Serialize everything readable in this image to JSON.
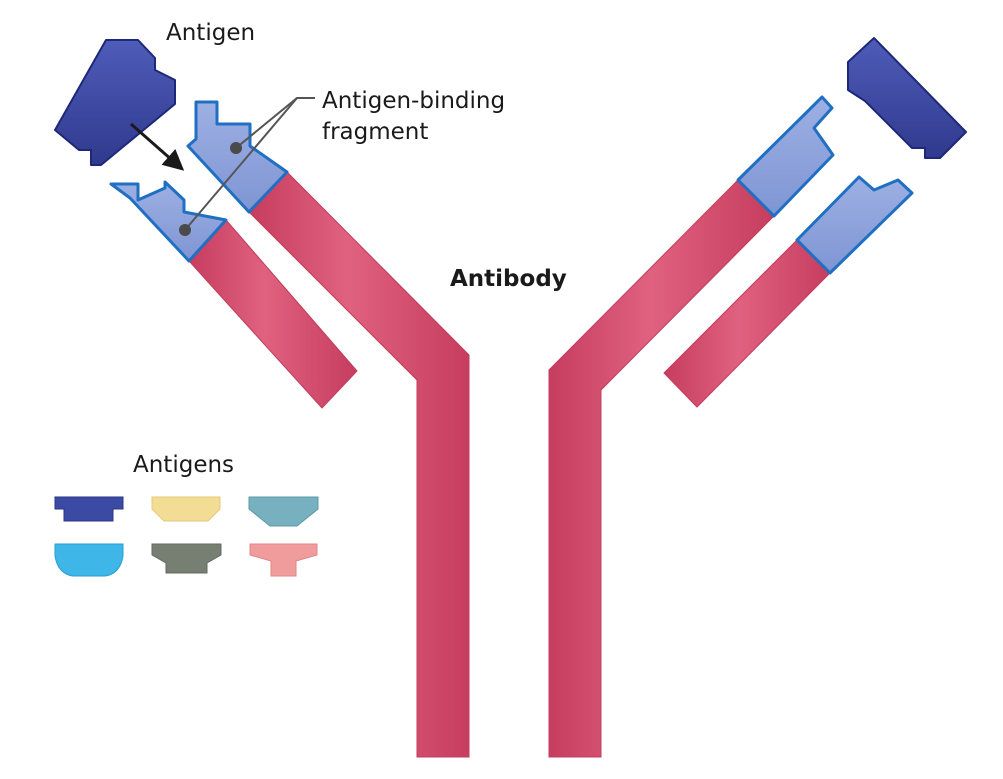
{
  "labels": {
    "antigen": "Antigen",
    "fragment_line1": "Antigen-binding",
    "fragment_line2": "fragment",
    "antibody": "Antibody",
    "antigens": "Antigens"
  },
  "colors": {
    "heavy_chain": "#d9506f",
    "binding_site": "#8fa4dc",
    "binding_outline": "#1f6fc2",
    "antigen_main": "#3d4aa3",
    "pointer": "#3d3d3d"
  },
  "antigen_legend": [
    {
      "name": "navy-antigen",
      "color": "#3b4aa2"
    },
    {
      "name": "yellow-antigen",
      "color": "#f3dc93"
    },
    {
      "name": "teal-antigen",
      "color": "#77b0be"
    },
    {
      "name": "sky-antigen",
      "color": "#3eb6e8"
    },
    {
      "name": "gray-antigen",
      "color": "#777e72"
    },
    {
      "name": "pink-antigen",
      "color": "#f09c9c"
    }
  ]
}
